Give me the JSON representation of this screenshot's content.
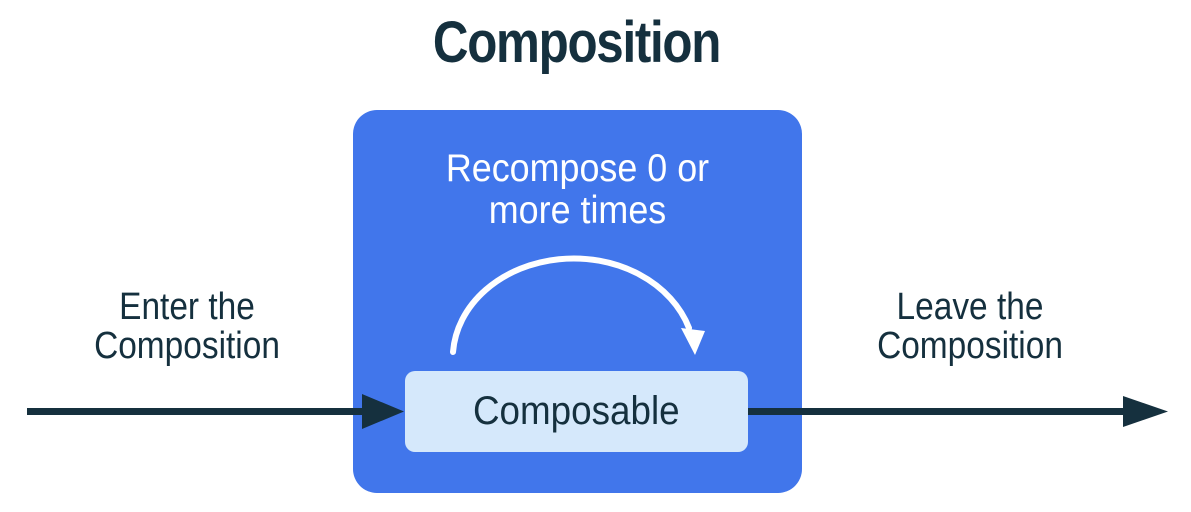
{
  "title": "Composition",
  "colors": {
    "background": "#ffffff",
    "box_blue": "#4176EB",
    "composable_bg": "#D5E8FB",
    "text_dark": "#15303E",
    "text_light": "#FFFFFF"
  },
  "outer_flow": {
    "enter_line1": "Enter the",
    "enter_line2": "Composition",
    "leave_line1": "Leave the",
    "leave_line2": "Composition"
  },
  "composition_box": {
    "recompose_line1": "Recompose 0 or",
    "recompose_line2": "more times",
    "composable_label": "Composable"
  }
}
